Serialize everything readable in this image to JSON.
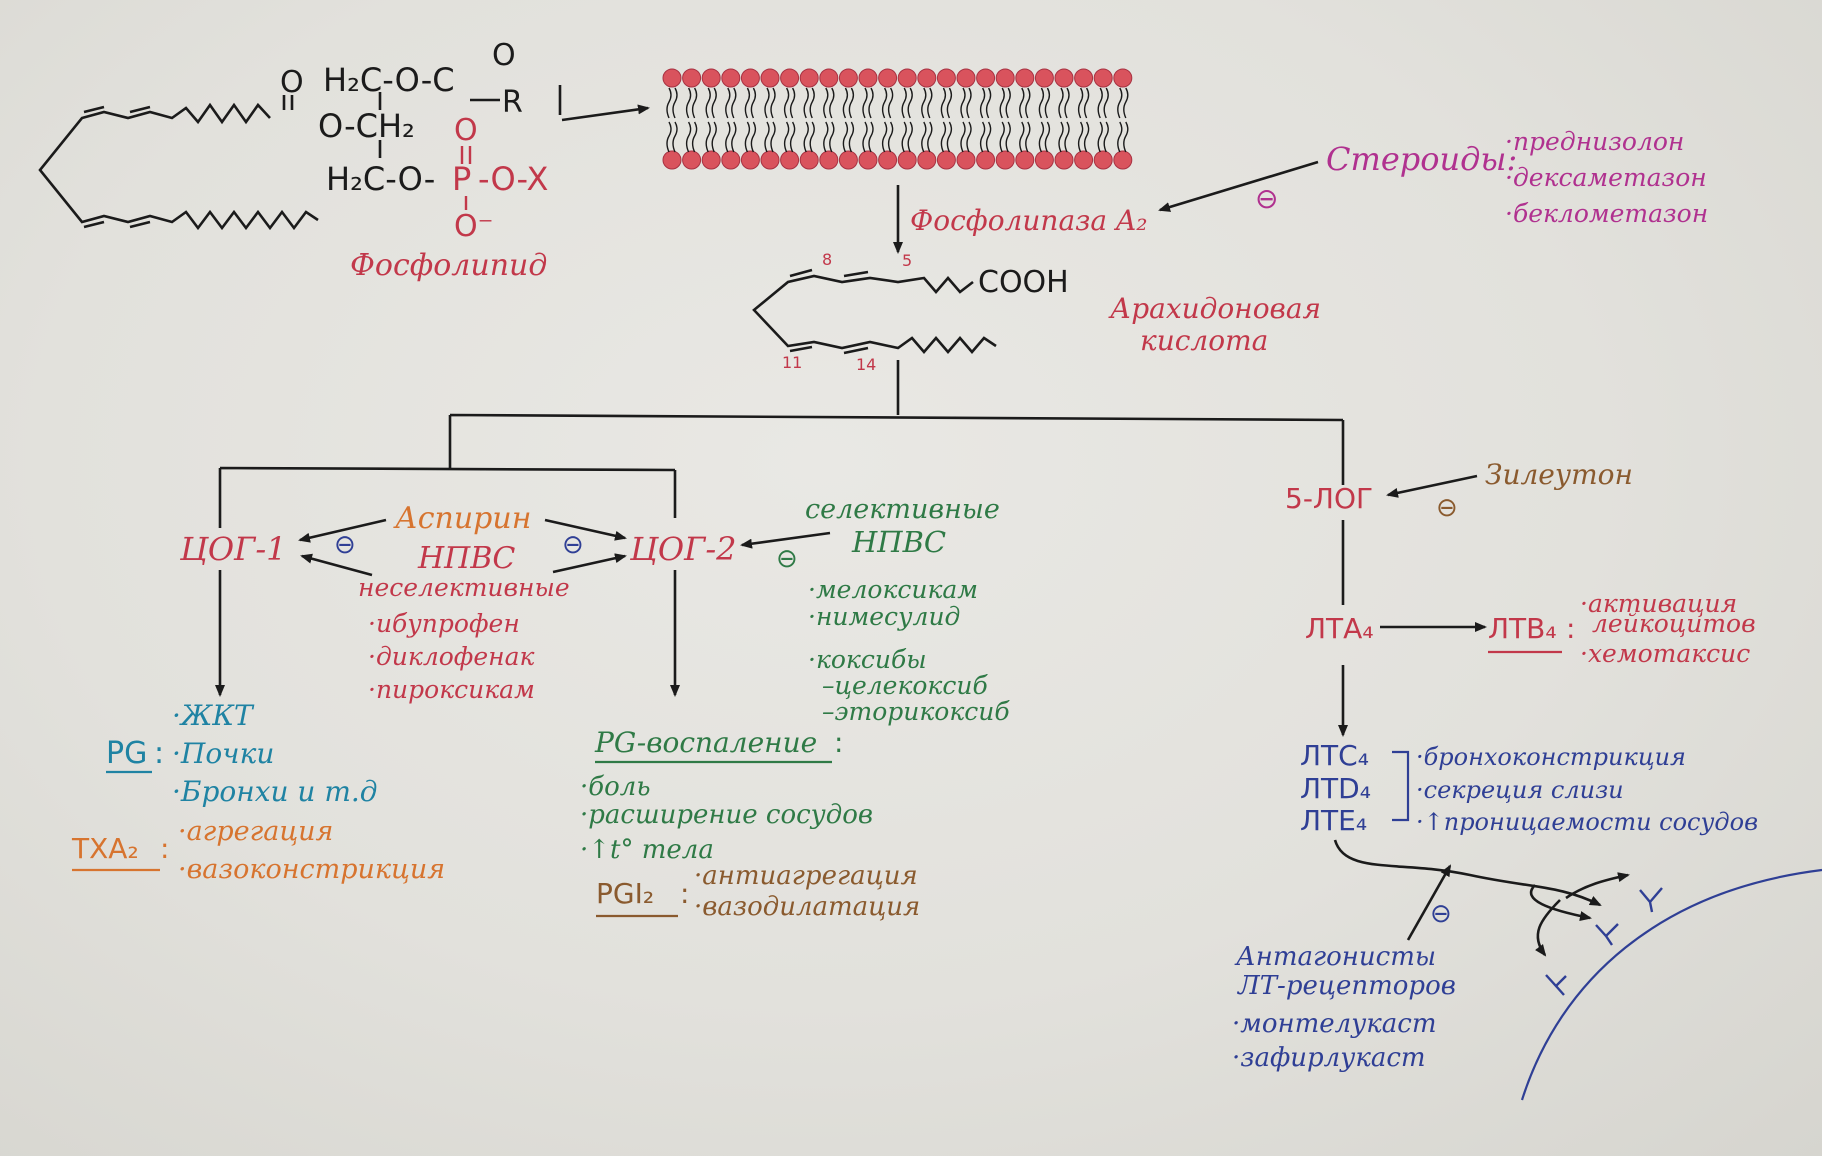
{
  "phospholipid": {
    "label": "Фосфолипид",
    "h2c_top": "H₂C-O-C",
    "o_top": "O",
    "r": "R",
    "o_ester": "O",
    "ester_link": "O-CH₂",
    "ch2_left": "CH",
    "h2c_bottom": "H₂C-O-",
    "p": "P",
    "p_o_x": "-O-X",
    "o_double": "O",
    "o_minus": "O⁻"
  },
  "pla2": {
    "label": "Фосфолипаза A₂"
  },
  "steroids": {
    "label": "Стероиды:",
    "inhibit": "⊖",
    "items": [
      "·преднизолон",
      "·дексаметазон",
      "·беклометазон"
    ]
  },
  "arachidonic": {
    "label_line1": "Арахидоновая",
    "label_line2": "кислота",
    "cooh": "COOH",
    "num8": "8",
    "num5": "5",
    "num11": "11",
    "num14": "14"
  },
  "cox1": {
    "label": "ЦОГ-1"
  },
  "cox2": {
    "label": "ЦОГ-2"
  },
  "aspirin": {
    "line1": "Аспирин",
    "line2": "НПВС",
    "line3": "неселективные",
    "inhibit": "⊖",
    "items": [
      "·ибупрофен",
      "·диклофенак",
      "·пироксикам"
    ]
  },
  "selective": {
    "line1": "селективные",
    "line2": "НПВС",
    "inhibit": "⊖",
    "items": [
      "·мелоксикам",
      "·нимесулид",
      "·коксибы",
      "–целекоксиб",
      "–эторикоксиб"
    ]
  },
  "pg_physio": {
    "pg": "PG",
    "colon": ":",
    "items": [
      "·ЖКТ",
      "·Почки",
      "·Бронхи и т.д"
    ],
    "txa": "TXA₂",
    "txa_colon": ":",
    "txa_items": [
      "·агрегация",
      "·вазоконстрикция"
    ]
  },
  "pg_inflam": {
    "title": "PG-воспаление",
    "colon": ":",
    "items": [
      "·боль",
      "·расширение сосудов",
      "·↑t° тела"
    ],
    "pgi": "PGI₂",
    "pgi_colon": ":",
    "pgi_items": [
      "·антиагрегация",
      "·вазодилатация"
    ]
  },
  "lox": {
    "label": "5-ЛОГ",
    "inhibit": "⊖"
  },
  "zileuton": {
    "label": "Зилеутон"
  },
  "lta4": {
    "label": "ЛТA₄"
  },
  "ltb4": {
    "label": "ЛТB₄",
    "colon": ":",
    "items": [
      "·активация",
      "лейкоцитов",
      "·хемотаксис"
    ]
  },
  "ltc": {
    "items": [
      "ЛТC₄",
      "ЛТD₄",
      "ЛТE₄"
    ],
    "effects": [
      "·бронхоконстрикция",
      "·секреция слизи",
      "·↑проницаемости сосудов"
    ]
  },
  "antagonists": {
    "line1": "Антагонисты",
    "line2": "ЛТ-рецепторов",
    "inhibit": "⊖",
    "items": [
      "·монтелукаст",
      "·зафирлукаст"
    ]
  },
  "colors": {
    "red": "#c2384a",
    "magenta": "#b0318f",
    "orange": "#d7742f",
    "green": "#2f7a46",
    "teal": "#1f83a3",
    "navy": "#2f3f95",
    "black": "#1b1b1b",
    "membrane": "#d9535d"
  }
}
